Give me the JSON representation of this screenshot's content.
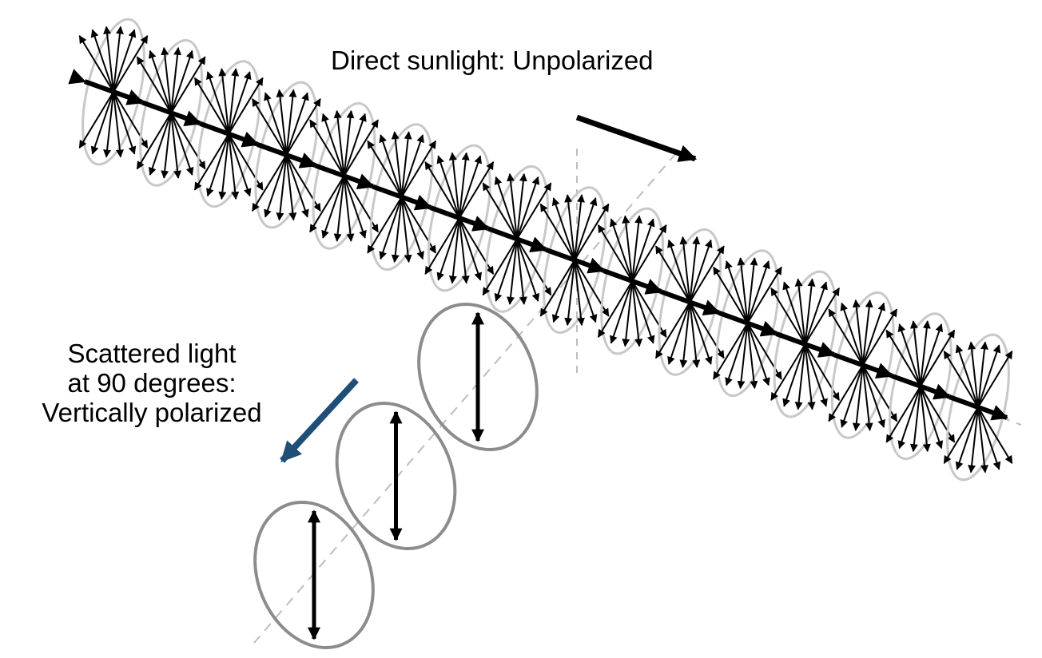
{
  "labels": {
    "direct": "Direct sunlight: Unpolarized",
    "scattered_line1": "Scattered light",
    "scattered_line2": "at 90 degrees:",
    "scattered_line3": "Vertically polarized"
  },
  "colors": {
    "background": "#ffffff",
    "arrow": "#000000",
    "ellipse_direct": "#c8c8c8",
    "ellipse_scattered": "#8c8c8c",
    "dashed_axis": "#bdbdbd",
    "scatter_direction_arrow": "#1f4e79"
  },
  "icons": {
    "direct_direction": "arrow-right-down-icon",
    "scatter_direction": "arrow-left-down-icon",
    "unpolarized_marker": "multi-direction-arrows-icon",
    "polarized_marker": "vertical-double-arrow-icon"
  },
  "diagram": {
    "direct_beam_ellipse_count": 16,
    "direct_beam_field_directions": 6,
    "scattered_beam_ellipse_count": 3,
    "scattered_polarization": "vertical",
    "scattering_angle_degrees": 90
  }
}
